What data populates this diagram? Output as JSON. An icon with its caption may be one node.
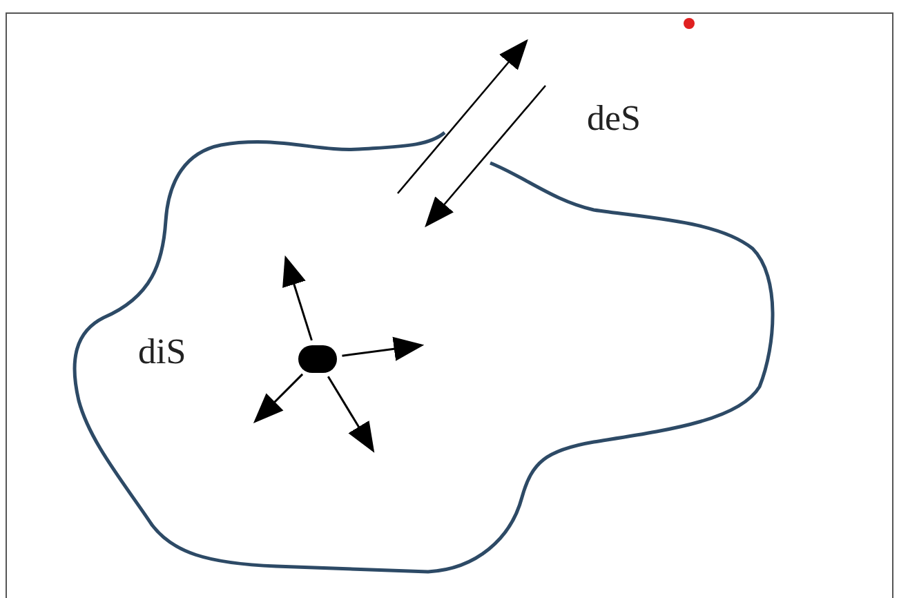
{
  "diagram": {
    "nodes": [
      {
        "text": [
          "diS"
        ]
      },
      {
        "text": [],
        "shape": "circle",
        "in": 0
      }
    ],
    "edges": [
      {
        "from": 1,
        "to": null,
        "arrow": "to"
      },
      {
        "from": 1,
        "to": null,
        "arrow": "to"
      },
      {
        "from": 1,
        "to": null,
        "arrow": "to"
      },
      {
        "from": 1,
        "to": null,
        "arrow": "to"
      }
    ],
    "labels": [
      "deS"
    ]
  }
}
